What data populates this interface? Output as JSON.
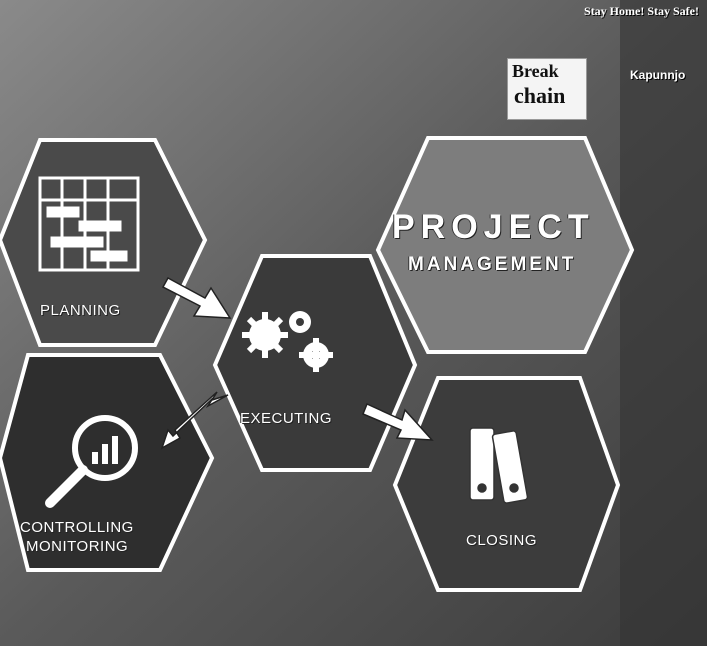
{
  "header": {
    "slogan": "Stay Home! Stay Safe!"
  },
  "logos": {
    "break_line1": "Break",
    "break_line2": "chain",
    "brand": "Kapunnjo"
  },
  "title": {
    "line1": "PROJECT",
    "line2": "MANAGEMENT"
  },
  "stages": {
    "planning": "PLANNING",
    "executing": "EXECUTING",
    "controlling_line1": "CONTROLLING",
    "controlling_line2": "MONITORING",
    "closing": "CLOSING"
  },
  "colors": {
    "background": "#6e6e6e",
    "hex_stroke": "#ffffff",
    "arrow": "#ffffff"
  },
  "icons": [
    "gantt-chart-icon",
    "gears-icon",
    "magnifier-chart-icon",
    "binders-icon",
    "arrow-icon"
  ]
}
